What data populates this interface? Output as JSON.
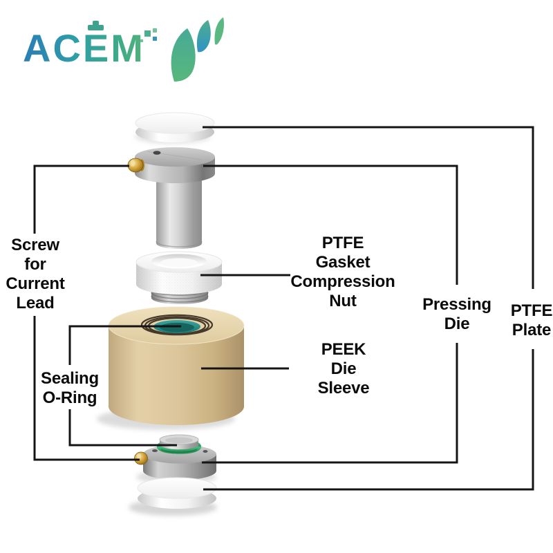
{
  "logo": {
    "brand": "ACEM",
    "accent_blue": "#2a7db6",
    "accent_green": "#52b27b"
  },
  "labels": {
    "screw_for_current_lead": "Screw\nfor\nCurrent\nLead",
    "sealing_o_ring": "Sealing\nO-Ring",
    "ptfe_gasket_compression_nut": "PTFE\nGasket\nCompression\nNut",
    "peek_die_sleeve": "PEEK\nDie\nSleeve",
    "pressing_die": "Pressing\nDie",
    "ptfe_plate": "PTFE\nPlate"
  },
  "colors": {
    "leader_line": "#141414",
    "label_text": "#0b0b0b",
    "peek_tan": "#dcc69c",
    "teal_seal": "#2a8d87",
    "oring_green": "#3cab71",
    "brass": "#c49a3a",
    "ptfe_white": "#f7f7f7",
    "metal_gray": "#b8b8b8"
  }
}
